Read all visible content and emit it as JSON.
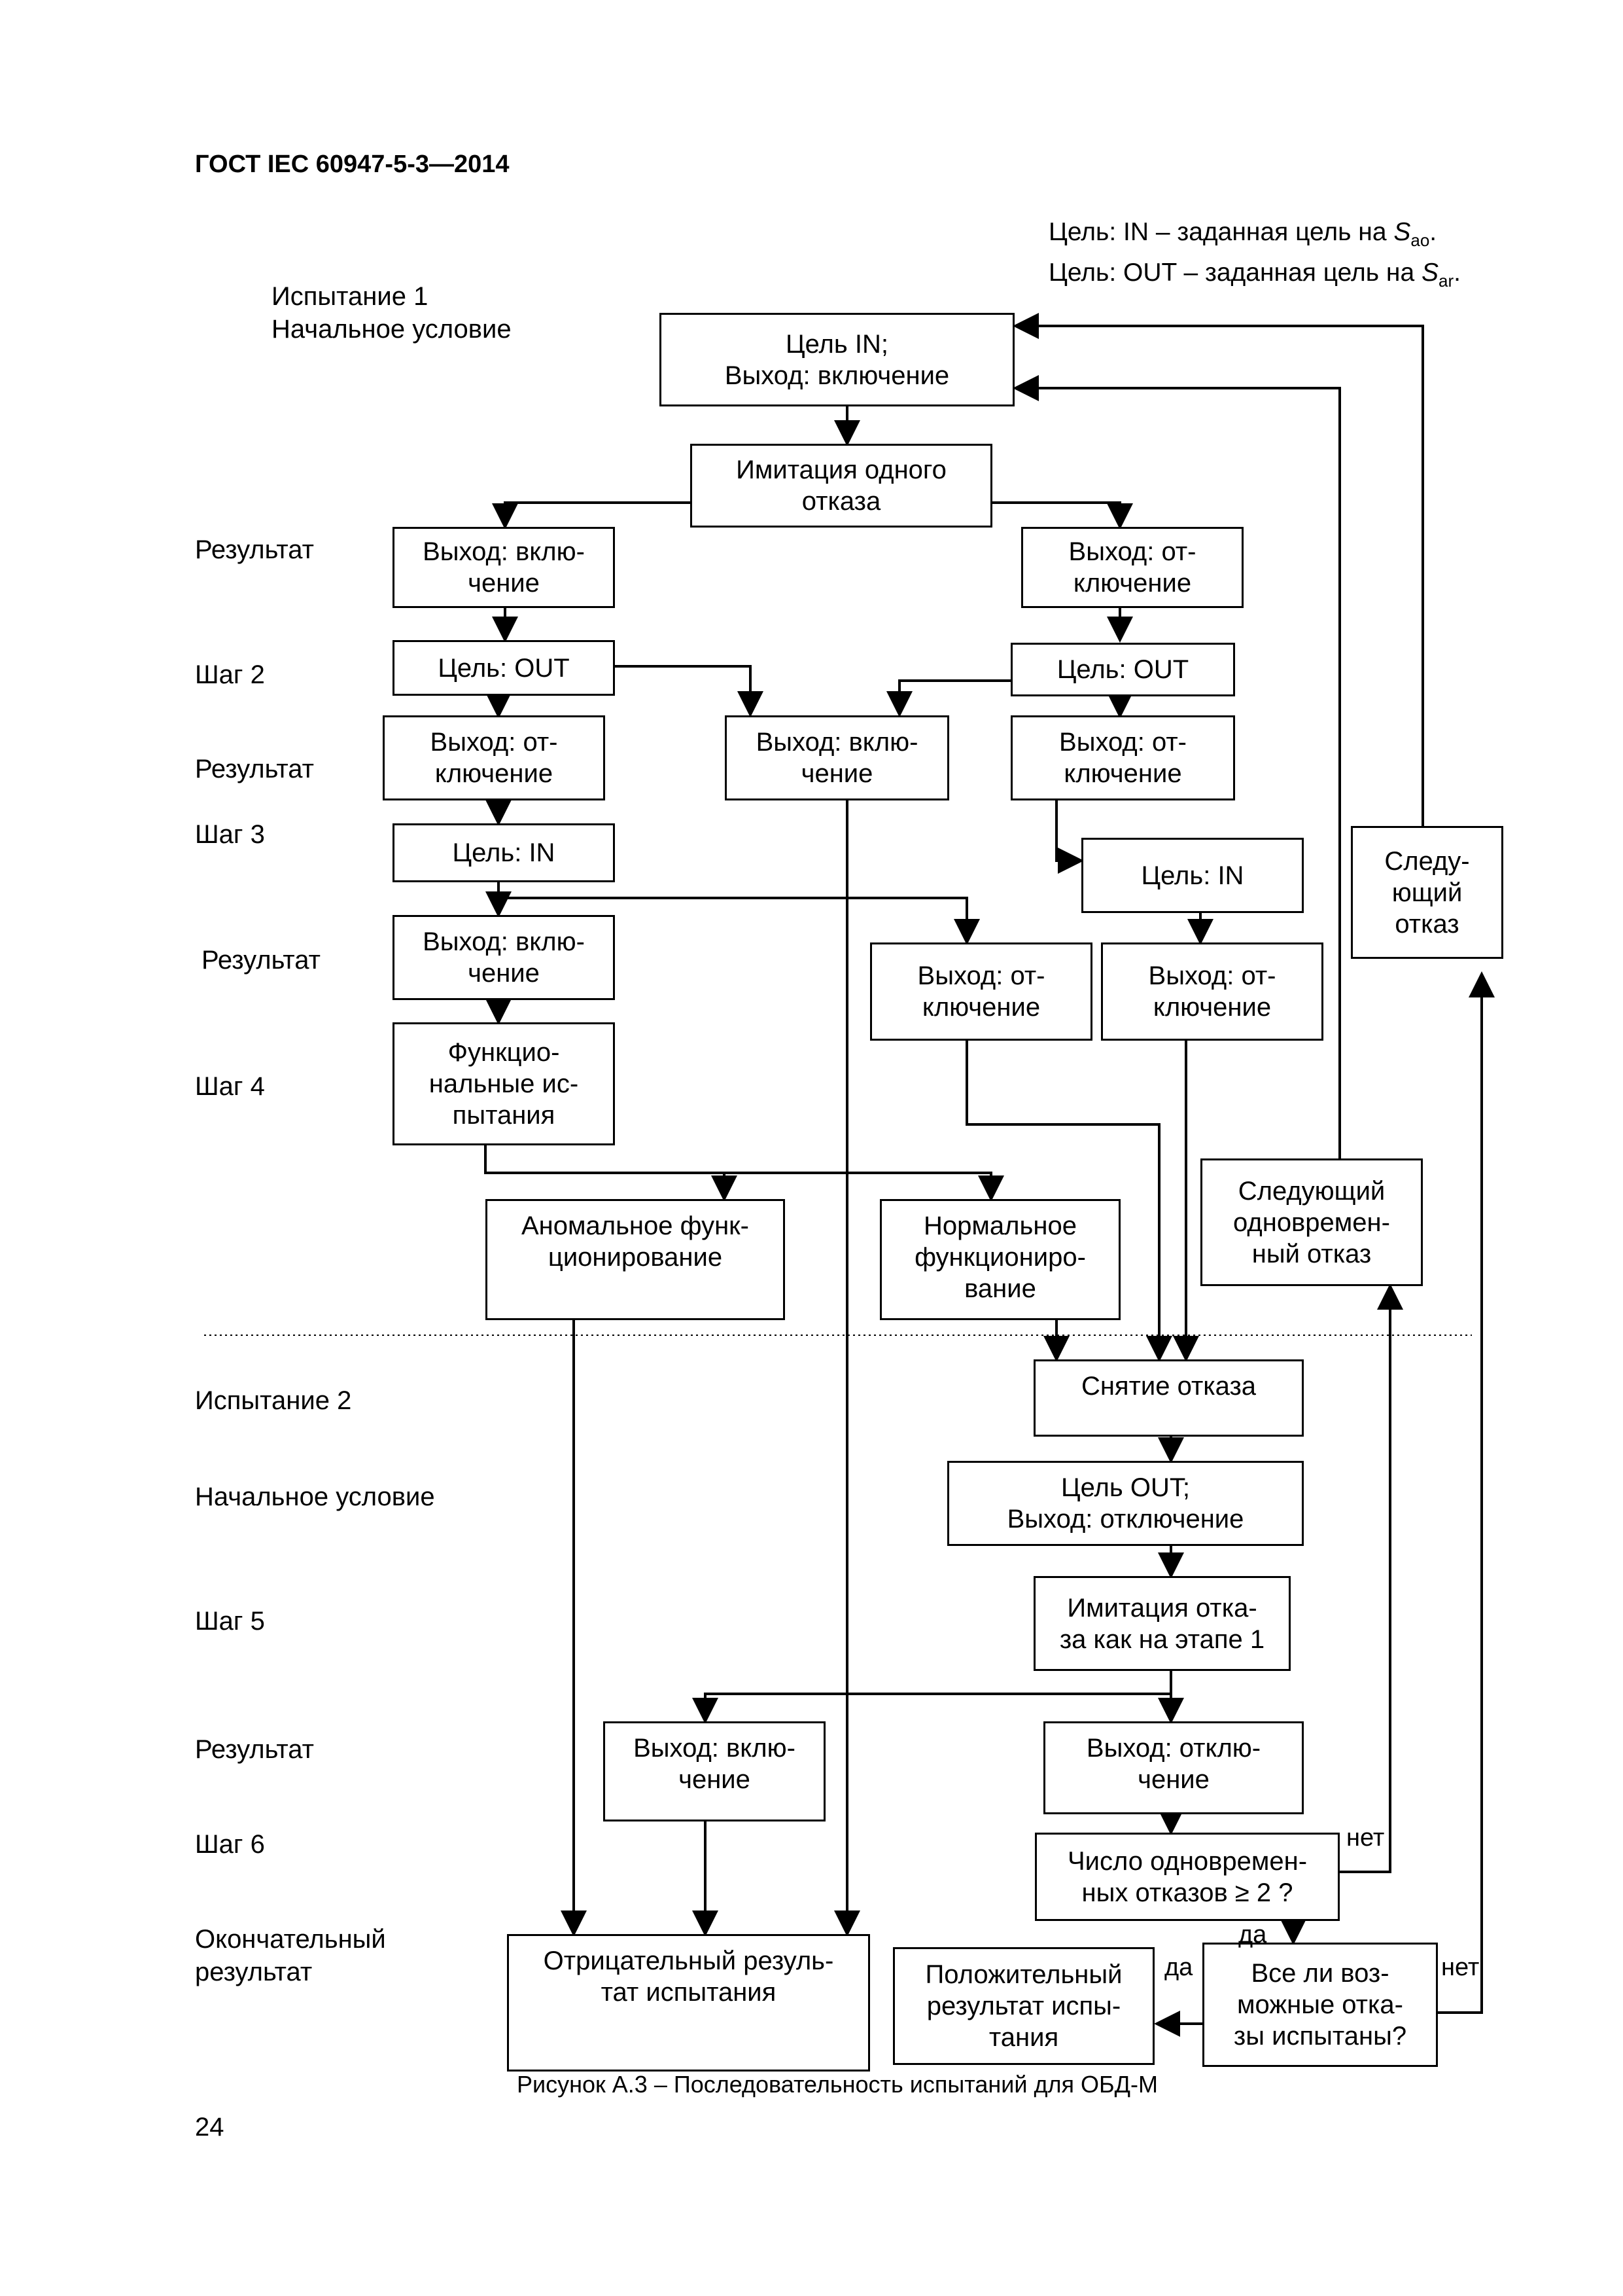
{
  "header": "ГОСТ IEC 60947-5-3—2014",
  "legend": {
    "line1_prefix": "Цель: IN – заданная цель на ",
    "line1_var": "S",
    "line1_sub": "ao",
    "line1_end": ".",
    "line2_prefix": "Цель: OUT – заданная цель на ",
    "line2_var": "S",
    "line2_sub": "ar",
    "line2_end": "."
  },
  "left_labels": {
    "test1": "Испытание 1",
    "initial1": "Начальное условие",
    "result1": "Результат",
    "step2": "Шаг 2",
    "result2": "Результат",
    "step3": "Шаг 3",
    "result3": "Результат",
    "step4": "Шаг 4",
    "test2": "Испытание 2",
    "initial2": "Начальное условие",
    "step5": "Шаг 5",
    "result5": "Результат",
    "step6": "Шаг 6",
    "final1": "Окончательный",
    "final2": "результат"
  },
  "boxes": {
    "goal_in_on": "Цель IN;\nВыход: включение",
    "simulate_fault": "Имитация одного\nотказа",
    "res1_on": "Выход: вклю-\nчение",
    "res1_off": "Выход: от-\nключение",
    "s2_left_goal_out": "Цель: OUT",
    "s2_right_goal_out": "Цель: OUT",
    "s2_left_off": "Выход: от-\nключение",
    "s2_mid_on": "Выход: вклю-\nчение",
    "s2_right_off": "Выход: от-\nключение",
    "s3_left_goal_in": "Цель: IN",
    "s3_right_goal_in": "Цель: IN",
    "next_fault": "Следу-\nющий\nотказ",
    "s3_left_on": "Выход: вклю-\nчение",
    "s3_mid_off": "Выход: от-\nключение",
    "s3_right_off": "Выход: от-\nключение",
    "functional_tests": "Функцио-\nнальные ис-\nпытания",
    "next_simultaneous": "Следующий\nодновремен-\nный отказ",
    "abnormal": "Аномальное функ-\nционирование",
    "normal": "Нормальное\nфункциониро-\nвание",
    "remove_fault": "Снятие отказа",
    "goal_out_off": "Цель OUT;\nВыход: отключение",
    "simulate_as_step1": "Имитация отка-\nза как на этапе 1",
    "res5_on": "Выход: вклю-\nчение",
    "res5_off": "Выход: отклю-\nчение",
    "simultaneous_count": "Число одновремен-\nных отказов ≥ 2 ?",
    "negative": "Отрицательный резуль-\nтат испытания",
    "positive": "Положительный\nрезультат испы-\nтания",
    "all_tested": "Все ли воз-\nможные отка-\nзы испытаны?"
  },
  "decisions": {
    "no1": "нет",
    "yes1": "да",
    "yes2": "да",
    "no2": "нет"
  },
  "caption": "Рисунок А.3 – Последовательность испытаний для ОБД-М",
  "page_number": "24"
}
